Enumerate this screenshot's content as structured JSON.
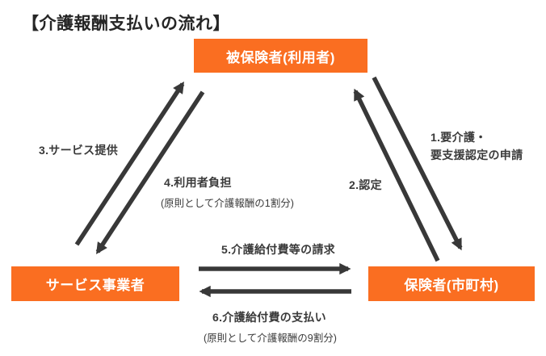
{
  "title": "【介護報酬支払いの流れ】",
  "nodes": {
    "insured": {
      "label": "被保険者(利用者)"
    },
    "provider": {
      "label": "サービス事業者"
    },
    "insurer": {
      "label": "保険者(市町村)"
    }
  },
  "flows": {
    "apply_line1": "1.要介護・",
    "apply_line2": "要支援認定の申請",
    "certify": "2.認定",
    "service": "3.サービス提供",
    "user_charge": "4.利用者負担",
    "user_charge_note": "(原則として介護報酬の1割分)",
    "claim": "5.介護給付費等の請求",
    "payment": "6.介護給付費の支払い",
    "payment_note": "(原則として介護報酬の9割分)"
  },
  "colors": {
    "node_fill": "#FA6E21",
    "node_text": "#FFFFFF",
    "arrow": "#383838",
    "label_text": "#3A3A3A"
  }
}
